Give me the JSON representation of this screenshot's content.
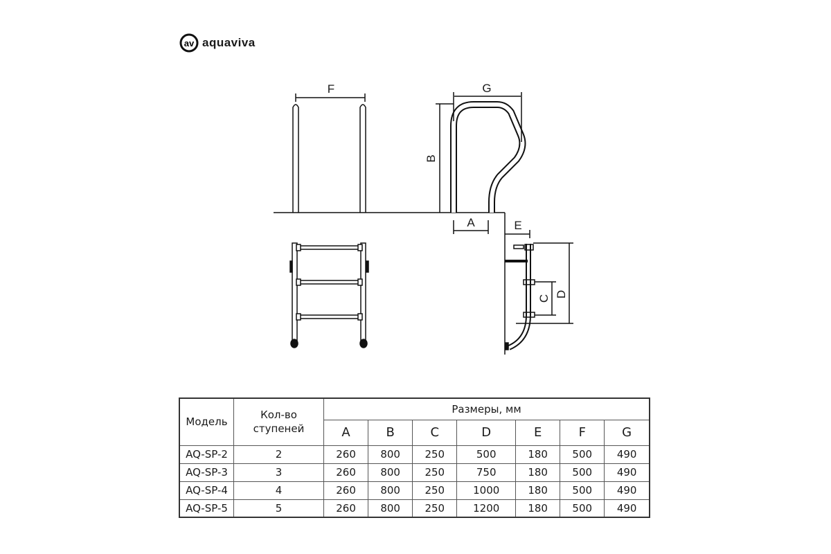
{
  "brand": {
    "name": "aquaviva",
    "logo_mark": "av"
  },
  "diagram": {
    "labels": [
      "F",
      "G",
      "B",
      "A",
      "E",
      "C",
      "D"
    ]
  },
  "table": {
    "headers": {
      "model": "Модель",
      "steps": "Кол-во ступеней",
      "dims": "Размеры, мм",
      "letters": [
        "A",
        "B",
        "C",
        "D",
        "E",
        "F",
        "G"
      ]
    },
    "rows": [
      {
        "model": "AQ-SP-2",
        "steps": "2",
        "values": [
          "260",
          "800",
          "250",
          "500",
          "180",
          "500",
          "490"
        ]
      },
      {
        "model": "AQ-SP-3",
        "steps": "3",
        "values": [
          "260",
          "800",
          "250",
          "750",
          "180",
          "500",
          "490"
        ]
      },
      {
        "model": "AQ-SP-4",
        "steps": "4",
        "values": [
          "260",
          "800",
          "250",
          "1000",
          "180",
          "500",
          "490"
        ]
      },
      {
        "model": "AQ-SP-5",
        "steps": "5",
        "values": [
          "260",
          "800",
          "250",
          "1200",
          "180",
          "500",
          "490"
        ]
      }
    ]
  }
}
